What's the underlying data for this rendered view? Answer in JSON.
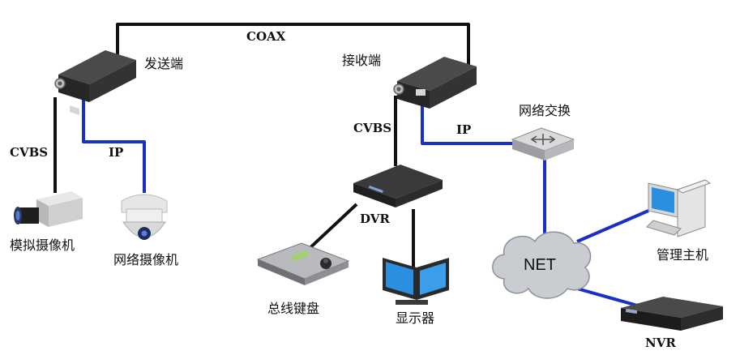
{
  "labels": {
    "coax": "COAX",
    "transmitter": "发送端",
    "receiver": "接收端",
    "cvbs_left": "CVBS",
    "ip_left": "IP",
    "cvbs_right": "CVBS",
    "ip_right": "IP",
    "network_switch": "网络交换",
    "dvr": "DVR",
    "analog_camera": "模拟摄像机",
    "network_camera": "网络摄像机",
    "bus_keyboard": "总线键盘",
    "monitor": "显示器",
    "net_cloud": "NET",
    "host_pc": "管理主机",
    "nvr": "NVR"
  },
  "colors": {
    "coax_wire": "#111111",
    "cvbs_wire": "#111111",
    "ip_wire": "#1a2fc8",
    "device_dark": "#2e2e2e",
    "cloud_fill": "#c9ccd0",
    "screen_blue": "#2a8fe0"
  },
  "icons": {
    "transmitter": "video-transmitter-icon",
    "receiver": "video-receiver-icon",
    "analog_camera": "box-camera-icon",
    "network_camera": "dome-camera-icon",
    "network_switch": "network-switch-icon",
    "dvr": "dvr-recorder-icon",
    "keyboard": "control-keyboard-icon",
    "monitor": "dual-monitor-icon",
    "cloud": "network-cloud-icon",
    "host_pc": "desktop-computer-icon",
    "nvr": "nvr-recorder-icon"
  }
}
